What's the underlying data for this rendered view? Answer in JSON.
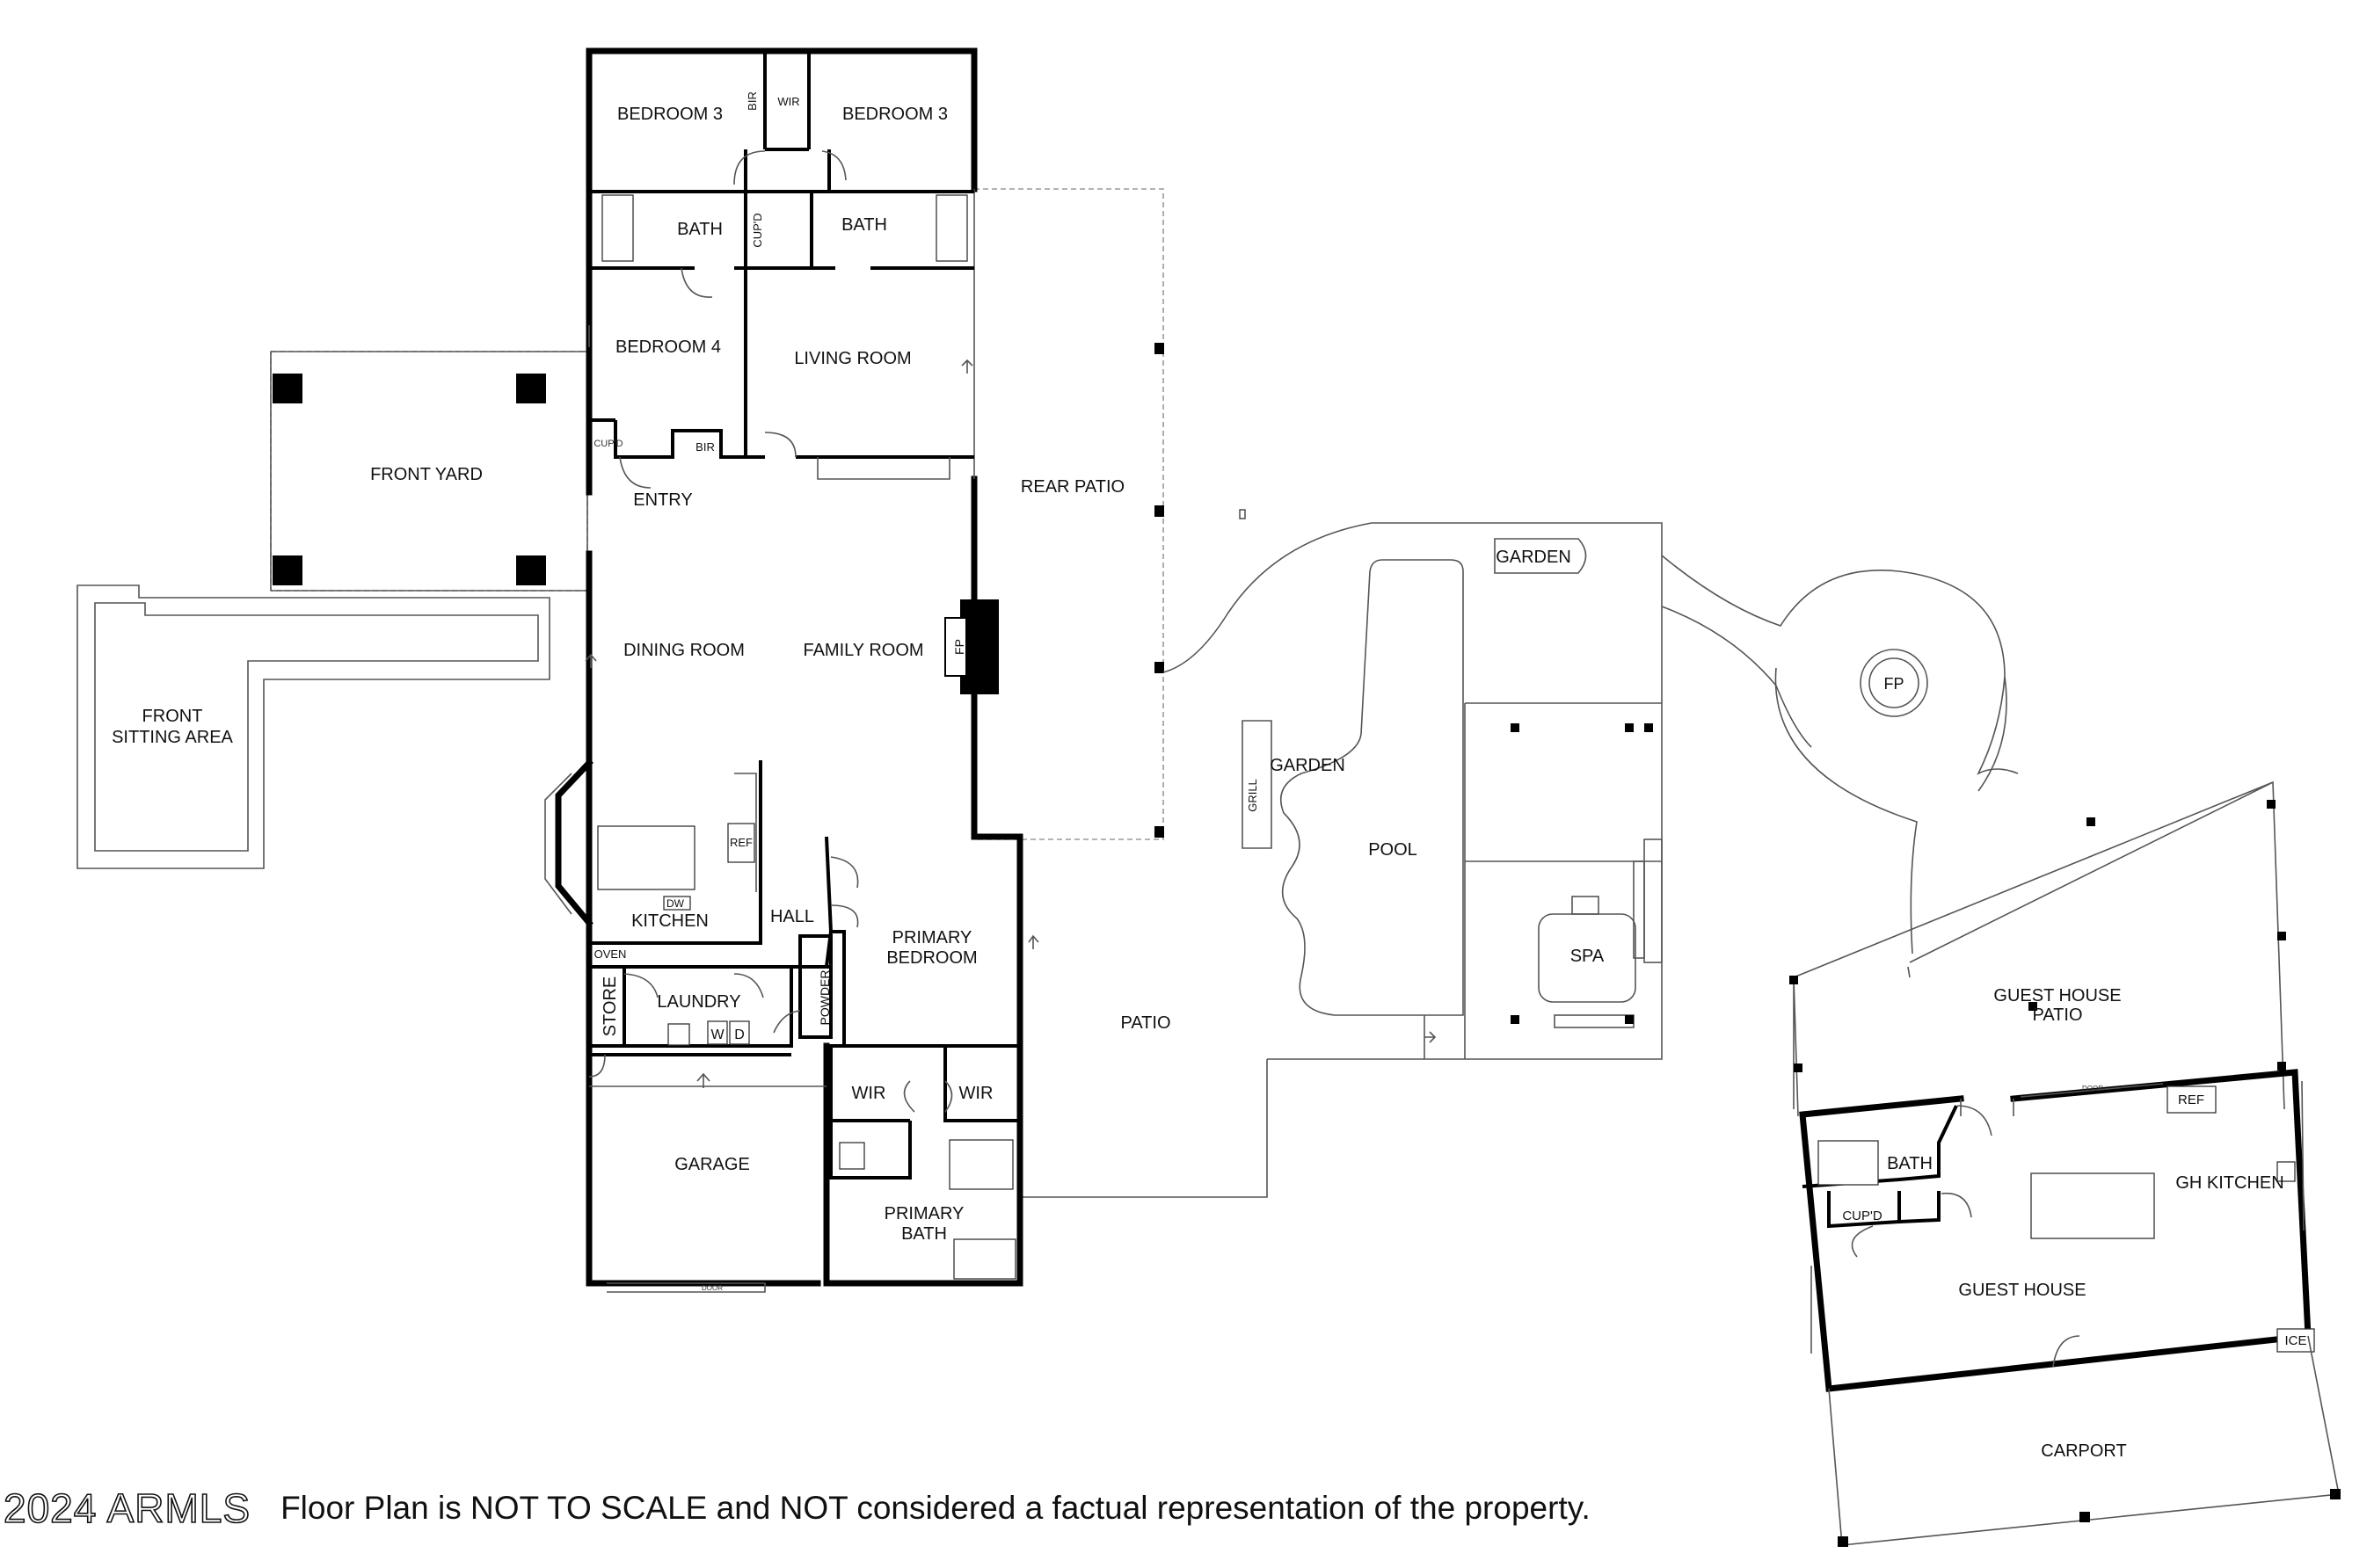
{
  "rooms": {
    "bedroom3_left": "BEDROOM 3",
    "bedroom3_right": "BEDROOM 3",
    "bir_top": "BIR",
    "wir_top": "WIR",
    "bath_left": "BATH",
    "cupd_mid": "CUP'D",
    "bath_right": "BATH",
    "bedroom4": "BEDROOM 4",
    "living_room": "LIVING ROOM",
    "cupd_small": "CUP'D",
    "bir_bed4": "BIR",
    "front_yard": "FRONT YARD",
    "entry": "ENTRY",
    "front_sitting_line1": "FRONT",
    "front_sitting_line2": "SITTING AREA",
    "dining_room": "DINING ROOM",
    "family_room": "FAMILY ROOM",
    "fp_main": "FP",
    "rear_patio": "REAR PATIO",
    "ref_main": "REF",
    "dw": "DW",
    "kitchen": "KITCHEN",
    "oven": "OVEN",
    "hall": "HALL",
    "primary_bedroom_line1": "PRIMARY",
    "primary_bedroom_line2": "BEDROOM",
    "store": "STORE",
    "laundry": "LAUNDRY",
    "washer": "W",
    "dryer": "D",
    "powder": "POWDER",
    "patio": "PATIO",
    "wir_left": "WIR",
    "wir_right": "WIR",
    "garage": "GARAGE",
    "primary_bath_line1": "PRIMARY",
    "primary_bath_line2": "BATH",
    "door_garage": "DOOR",
    "garden_top": "GARDEN",
    "garden_left": "GARDEN",
    "grill": "GRILL",
    "pool": "POOL",
    "spa": "SPA",
    "fp_yard": "FP",
    "guest_house_patio_line1": "GUEST HOUSE",
    "guest_house_patio_line2": "PATIO",
    "door_gh": "DOOR",
    "ref_gh": "REF",
    "bath_gh": "BATH",
    "gh_kitchen": "GH KITCHEN",
    "cupd_gh": "CUP'D",
    "guest_house": "GUEST HOUSE",
    "ice": "ICE",
    "carport": "CARPORT"
  },
  "footer": {
    "copyright": "2024 ARMLS",
    "disclaimer": "Floor Plan is NOT TO SCALE and NOT considered a factual representation of the property."
  }
}
